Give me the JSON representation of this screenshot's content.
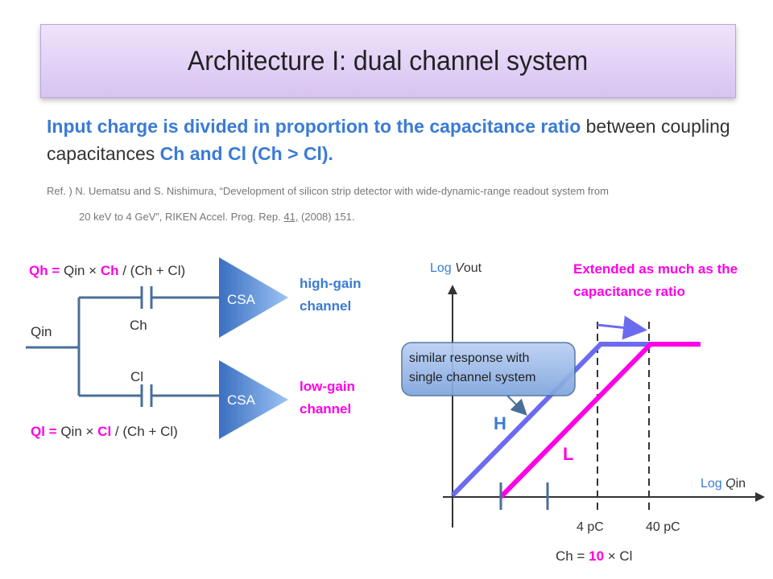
{
  "title": "Architecture I: dual channel system",
  "intro": {
    "part1": "Input charge is divided in proportion to the capacitance ratio",
    "part2": " between coupling capacitances ",
    "part3": "Ch and Cl (Ch > Cl)."
  },
  "reference": {
    "line1": "Ref. ) N. Uematsu and S. Nishimura, “Development of silicon strip detector with wide-dynamic-range readout system from",
    "line2_pre": "20 keV to 4 GeV”, RIKEN Accel. Prog. Rep. ",
    "volume": "41,",
    "line2_post": " (2008) 151."
  },
  "circuit": {
    "qh_key": "Qh =",
    "qh_mid": " Qin × ",
    "qh_ch": "Ch",
    "qh_tail": " / (Ch + Cl)",
    "ql_key": "Ql =",
    "ql_mid": " Qin × ",
    "ql_cl": "Cl",
    "ql_tail": " / (Ch + Cl)",
    "qin": "Qin",
    "ch": "Ch",
    "cl": "Cl",
    "csa": "CSA",
    "high_line1": "high-gain",
    "high_line2": "channel",
    "low_line1": "low-gain",
    "low_line2": "channel"
  },
  "graph": {
    "ylabel_log": "Log ",
    "ylabel_v": "V",
    "ylabel_out": "out",
    "xlabel_log": "Log ",
    "xlabel_q": "Q",
    "xlabel_in": "in",
    "extended_line1": "Extended as much as the",
    "extended_line2": "capacitance ratio",
    "callout_line1": "similar response with",
    "callout_line2": "single channel system",
    "h_label": "H",
    "l_label": "L",
    "tick_4pc": "4 pC",
    "tick_40pc": "40 pC",
    "ratio_pre": "Ch = ",
    "ratio_num": "10",
    "ratio_post": " × Cl"
  },
  "colors": {
    "accent_blue": "#3a7bd5",
    "accent_magenta": "#ff00e6",
    "wire": "#4a6f96",
    "h_line": "#6b6bf0"
  }
}
